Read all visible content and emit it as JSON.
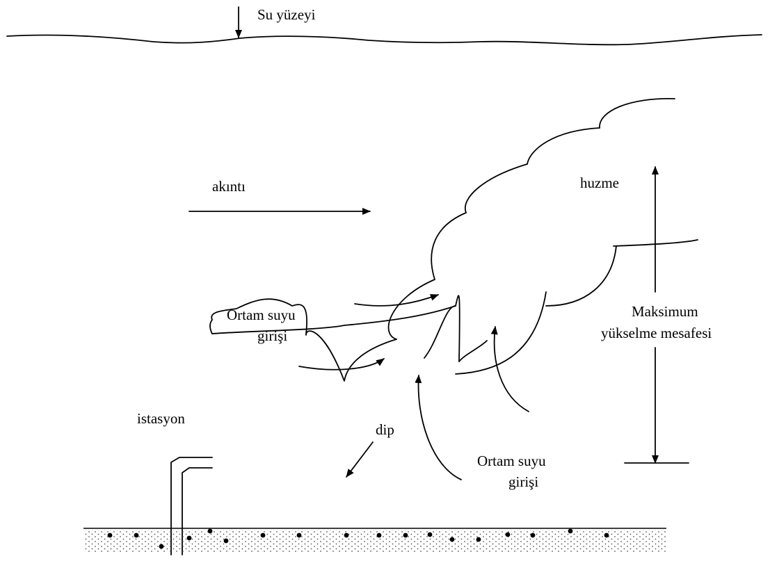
{
  "labels": {
    "surface": "Su yüzeyi",
    "current": "akıntı",
    "plume": "huzme",
    "ambient_left_line1": "Ortam suyu",
    "ambient_left_line2": "girişi",
    "ambient_bottom_line1": "Ortam suyu",
    "ambient_bottom_line2": "girişi",
    "max_rise_line1": "Maksimum",
    "max_rise_line2": "yükselme mesafesi",
    "station": "istasyon",
    "bottom": "dip"
  },
  "colors": {
    "ink": "#000000",
    "background": "#ffffff",
    "sediment_dot": "#555555"
  }
}
